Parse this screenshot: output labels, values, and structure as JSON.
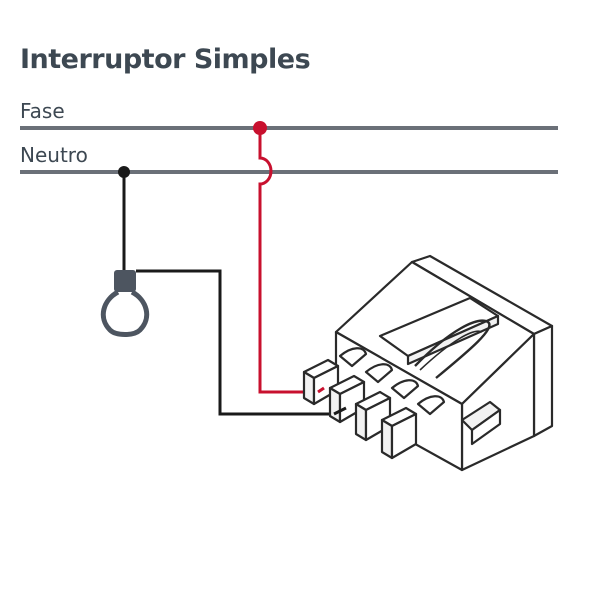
{
  "title": "Interruptor Simples",
  "lines": {
    "fase": {
      "label": "Fase"
    },
    "neutro": {
      "label": "Neutro"
    }
  },
  "colors": {
    "text": "#3d4852",
    "bus": "#6b7078",
    "phase_wire": "#c8102e",
    "neutral_wire": "#1a1a1a",
    "lamp": "#4d5560",
    "switch_outline": "#2a2a2a"
  },
  "icons": {
    "lamp": "light-bulb-icon",
    "switch": "wall-switch-icon"
  }
}
